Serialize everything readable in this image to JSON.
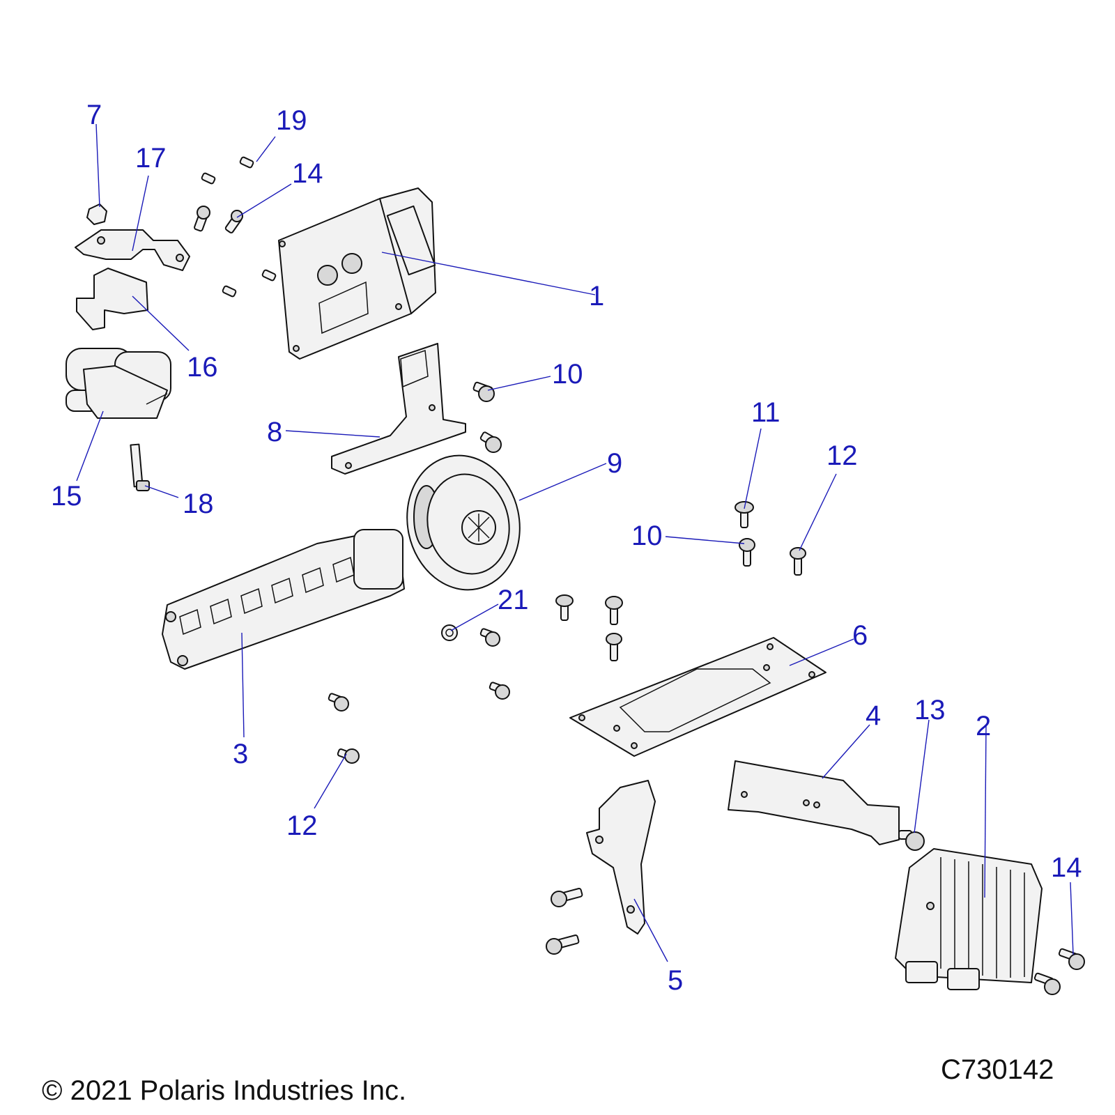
{
  "callouts": {
    "c1": "1",
    "c2": "2",
    "c3": "3",
    "c4": "4",
    "c5": "5",
    "c6": "6",
    "c7": "7",
    "c8": "8",
    "c9": "9",
    "c10a": "10",
    "c10b": "10",
    "c11": "11",
    "c12a": "12",
    "c12b": "12",
    "c13": "13",
    "c14a": "14",
    "c14b": "14",
    "c15": "15",
    "c16": "16",
    "c17": "17",
    "c18": "18",
    "c19": "19",
    "c21": "21"
  },
  "footer": {
    "copyright": "© 2021 Polaris Industries Inc.",
    "drawing_number": "C730142"
  },
  "colors": {
    "callout": "#1a1ab8",
    "linework": "#111111",
    "part_fill": "#f2f2f2"
  }
}
